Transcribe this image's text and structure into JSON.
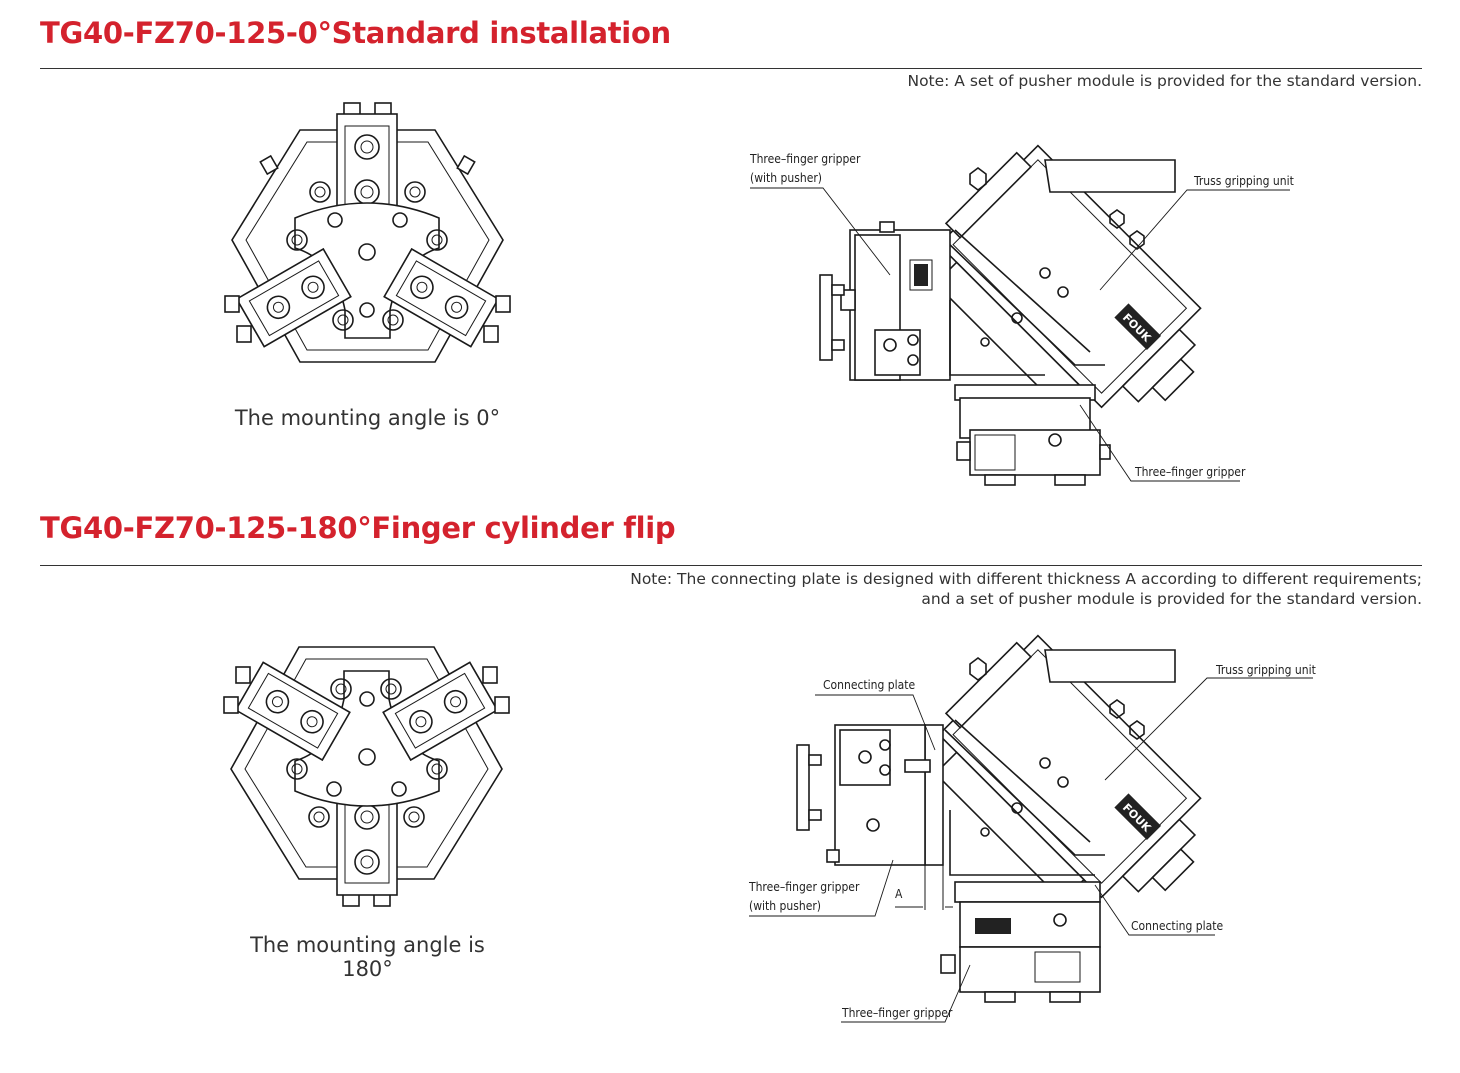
{
  "section1": {
    "title": "TG40-FZ70-125-0°Standard installation",
    "note": "Note: A set of pusher module is provided for the standard version.",
    "caption": "The mounting angle is 0°",
    "labels": {
      "gripper_pusher_line1": "Three–finger gripper",
      "gripper_pusher_line2": "(with pusher)",
      "truss_unit": "Truss gripping unit",
      "gripper": "Three–finger gripper"
    }
  },
  "section2": {
    "title": "TG40-FZ70-125-180°Finger cylinder flip",
    "note_line1": "Note: The connecting plate is designed with different thickness A according to different requirements;",
    "note_line2": "and a set of pusher module is provided for the standard version.",
    "caption": "The mounting angle is 180°",
    "labels": {
      "connecting_plate_top": "Connecting plate",
      "truss_unit": "Truss gripping unit",
      "gripper_pusher_line1": "Three–finger gripper",
      "gripper_pusher_line2": "(with pusher)",
      "dimension_a": "A",
      "connecting_plate_right": "Connecting plate",
      "gripper": "Three–finger gripper"
    }
  },
  "colors": {
    "title": "#d4222d",
    "rule": "#333333",
    "text": "#333333"
  },
  "icons": [
    "three-finger-gripper-top-view-drawing",
    "truss-gripping-unit-side-view-drawing",
    "brand-logo-fouk"
  ],
  "brand_logo_text": "FOUK"
}
